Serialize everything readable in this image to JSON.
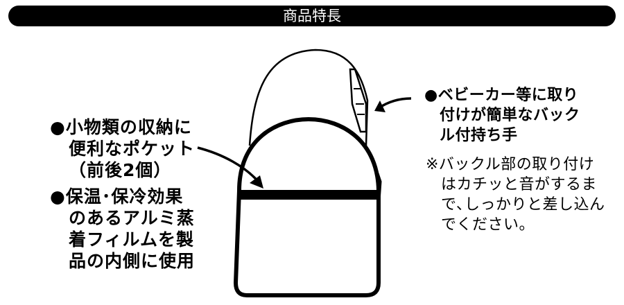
{
  "header": {
    "title": "商品特長"
  },
  "features": {
    "pocket": [
      "●小物類の収納に",
      "便利なポケット",
      "（前後2個）"
    ],
    "insulation": [
      "●保温･保冷効果",
      "のあるアルミ蒸",
      "着フィルムを製",
      "品の内側に使用"
    ],
    "handle": [
      "●ベビーカー等に取り",
      "付けが簡単なバック",
      "ル付持ち手"
    ],
    "note": [
      "※バックル部の取り付け",
      "はカチッと音がするま",
      "で､しっかりと差し込ん",
      "でください。"
    ]
  }
}
